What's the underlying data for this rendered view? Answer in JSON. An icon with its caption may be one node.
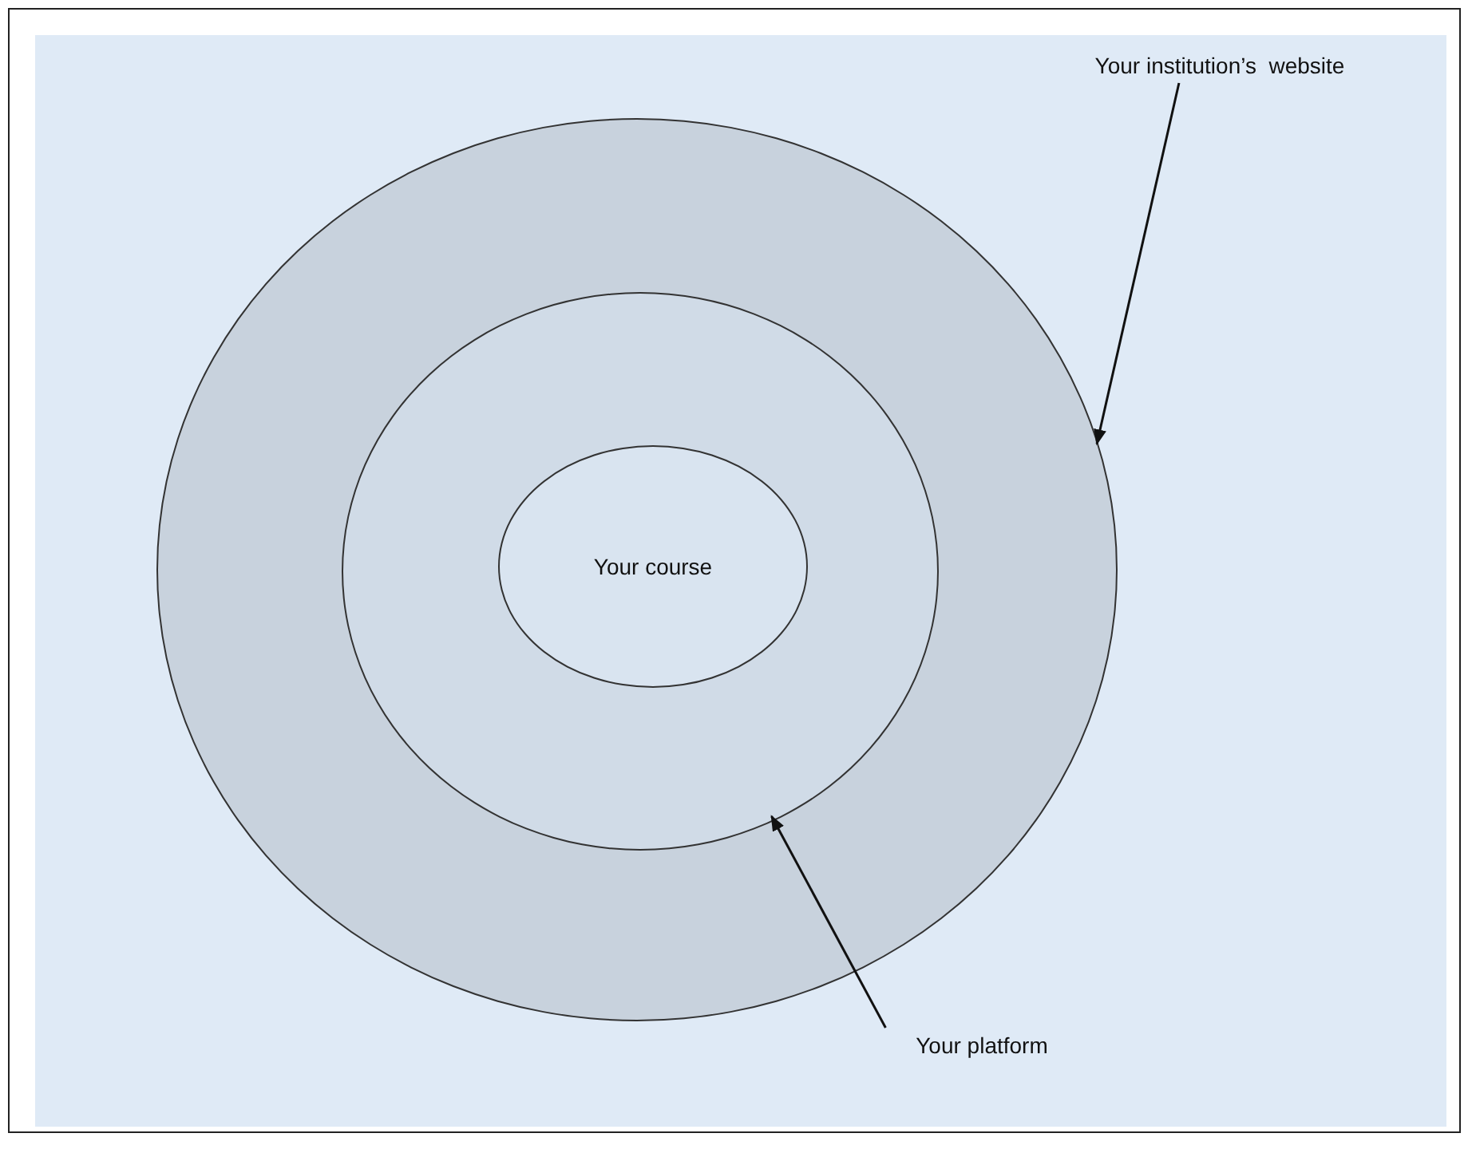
{
  "diagram": {
    "nodes": [
      {
        "text": [
          "Your institution’s  website"
        ]
      },
      {
        "text": [],
        "shape": "circle"
      },
      {
        "text": [],
        "shape": "circle",
        "in": 1
      },
      {
        "text": [
          "Your course"
        ],
        "in": 2
      },
      {
        "text": [
          "Your platform"
        ]
      }
    ],
    "edges": [
      {
        "from": 0,
        "to": 1,
        "arrow": "to"
      },
      {
        "from": 4,
        "to": 2,
        "arrow": "to"
      }
    ]
  }
}
